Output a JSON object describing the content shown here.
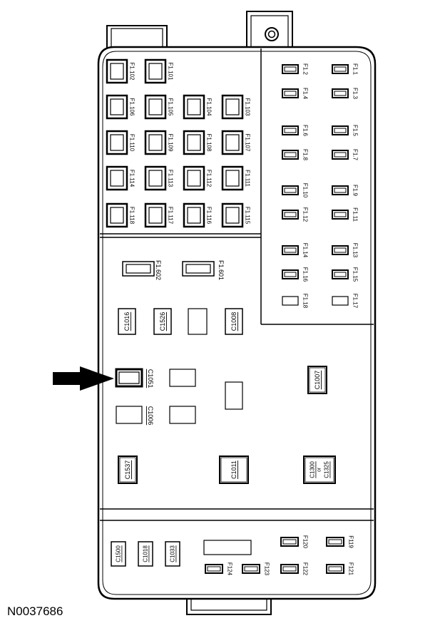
{
  "figure_id": "N0037686",
  "relay_fuses": [
    "F1.102",
    "F1.101",
    "F1.106",
    "F1.105",
    "F1.104",
    "F1.103",
    "F1.110",
    "F1.109",
    "F1.108",
    "F1.107",
    "F1.114",
    "F1.113",
    "F1.112",
    "F1.111",
    "F1.118",
    "F1.117",
    "F1.116",
    "F1.115"
  ],
  "mini_fuses": [
    "F1.2",
    "F1.1",
    "F1.4",
    "F1.3",
    "F1.6",
    "F1.5",
    "F1.8",
    "F1.7",
    "F1.10",
    "F1.9",
    "F1.12",
    "F1.11",
    "F1.14",
    "F1.13",
    "F1.16",
    "F1.15",
    "F1.18",
    "F1.17"
  ],
  "maxi_fuses": [
    "F1.602",
    "F1.601"
  ],
  "connectors_mid": [
    "C1016",
    "C1526",
    "C1008",
    "C1051",
    "C1006",
    "C1007",
    "C1537",
    "C1011"
  ],
  "connector_combo": {
    "top": "C1300",
    "mid": "or",
    "bottom": "C1325"
  },
  "connectors_bottom": [
    "C1500",
    "C1018",
    "C1033"
  ],
  "bottom_fuses": [
    "F120",
    "F119",
    "F124",
    "F123",
    "F122",
    "F121"
  ]
}
